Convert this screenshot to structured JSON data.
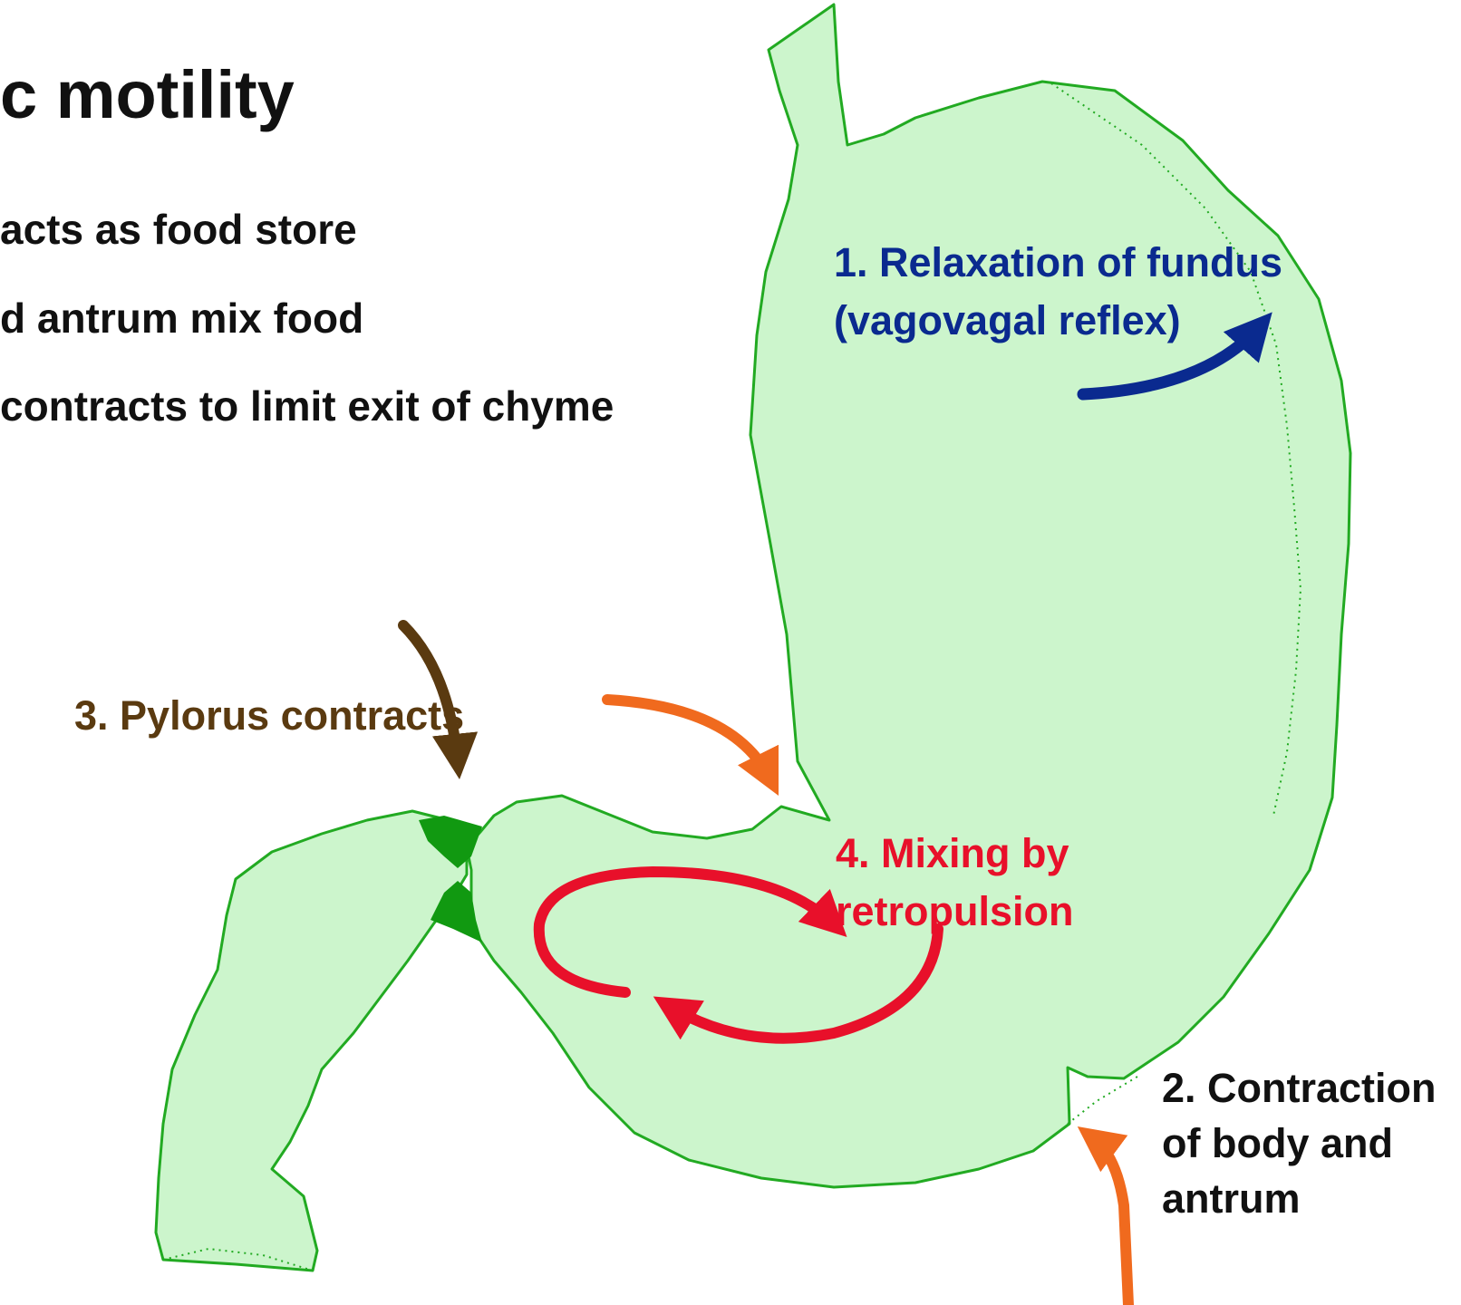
{
  "title": "c motility",
  "bullets": [
    "acts as food store",
    "d antrum mix food",
    " contracts to limit exit of chyme"
  ],
  "labels": {
    "fundus": {
      "line1": "1. Relaxation of fundus",
      "line2": "(vagovagal reflex)"
    },
    "pylorus": {
      "line1": "3.  Pylorus contracts"
    },
    "mixing": {
      "line1": "4. Mixing by",
      "line2": "retropulsion"
    },
    "contraction": {
      "line1": "2. Contraction",
      "line2": "of body and",
      "line3": "antrum"
    }
  },
  "colors": {
    "stomach_fill": "#ccf5cc",
    "stomach_outline": "#22aa22",
    "pylorus_sphincter": "#119911",
    "fundus": "#0a2a8f",
    "pylorus": "#5a3a10",
    "mixing": "#e8102a",
    "contraction": "#f06a1e",
    "text": "#111111"
  }
}
